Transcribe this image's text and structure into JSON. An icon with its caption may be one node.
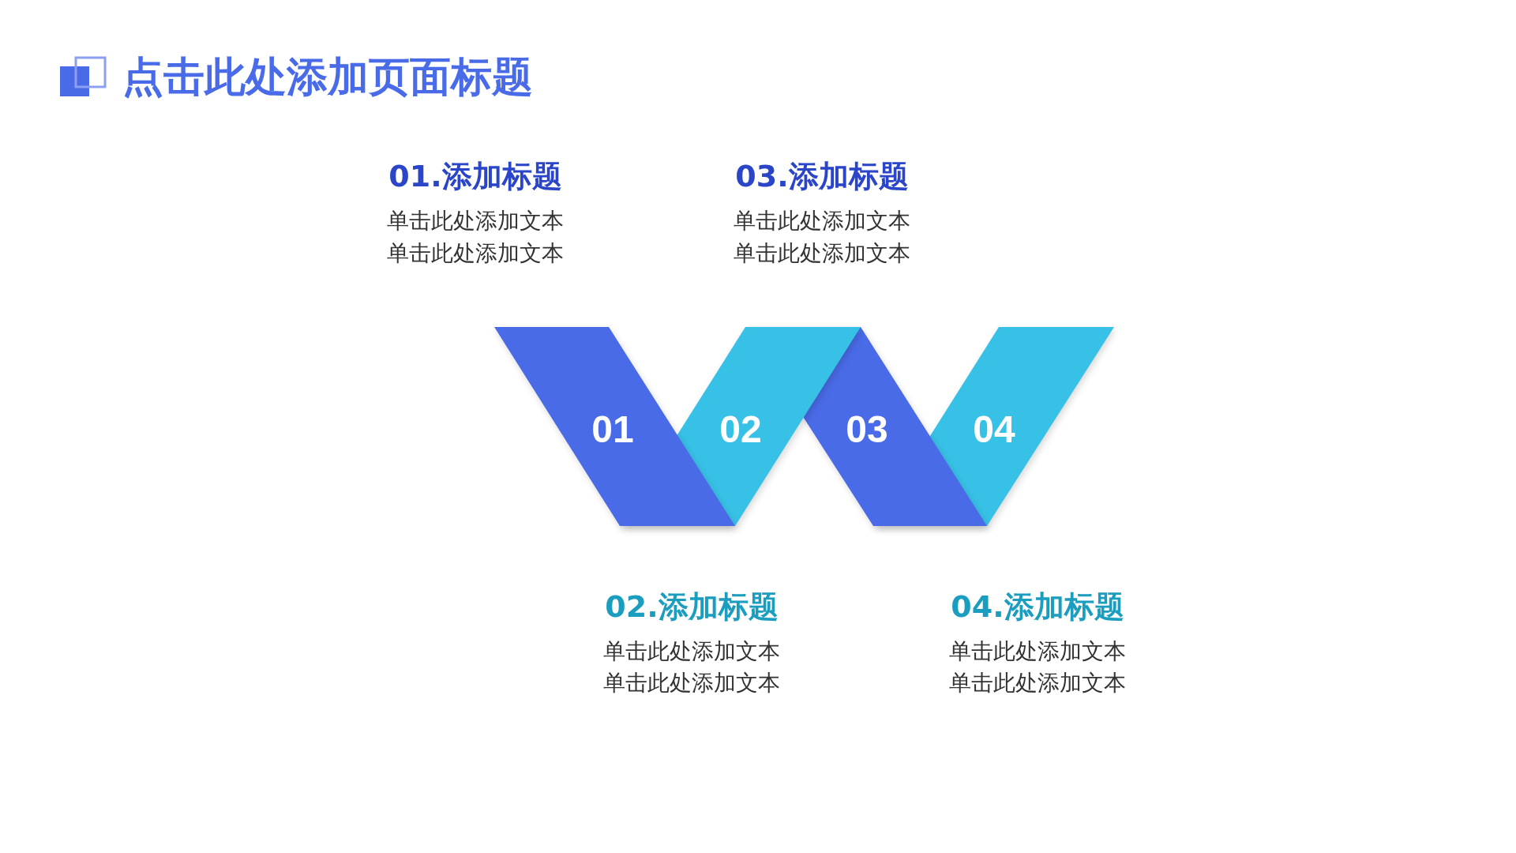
{
  "diagram": {
    "title": "点击此处添加页面标题",
    "nodes": [
      {
        "text": [
          "01"
        ]
      },
      {
        "text": [
          "02"
        ]
      },
      {
        "text": [
          "03"
        ]
      },
      {
        "text": [
          "04"
        ]
      }
    ],
    "labels": [
      "01.添加标题",
      "单击此处添加文本",
      "单击此处添加文本",
      "03.添加标题",
      "单击此处添加文本",
      "单击此处添加文本",
      "02.添加标题",
      "单击此处添加文本",
      "单击此处添加文本",
      "04.添加标题",
      "单击此处添加文本",
      "单击此处添加文本"
    ]
  }
}
